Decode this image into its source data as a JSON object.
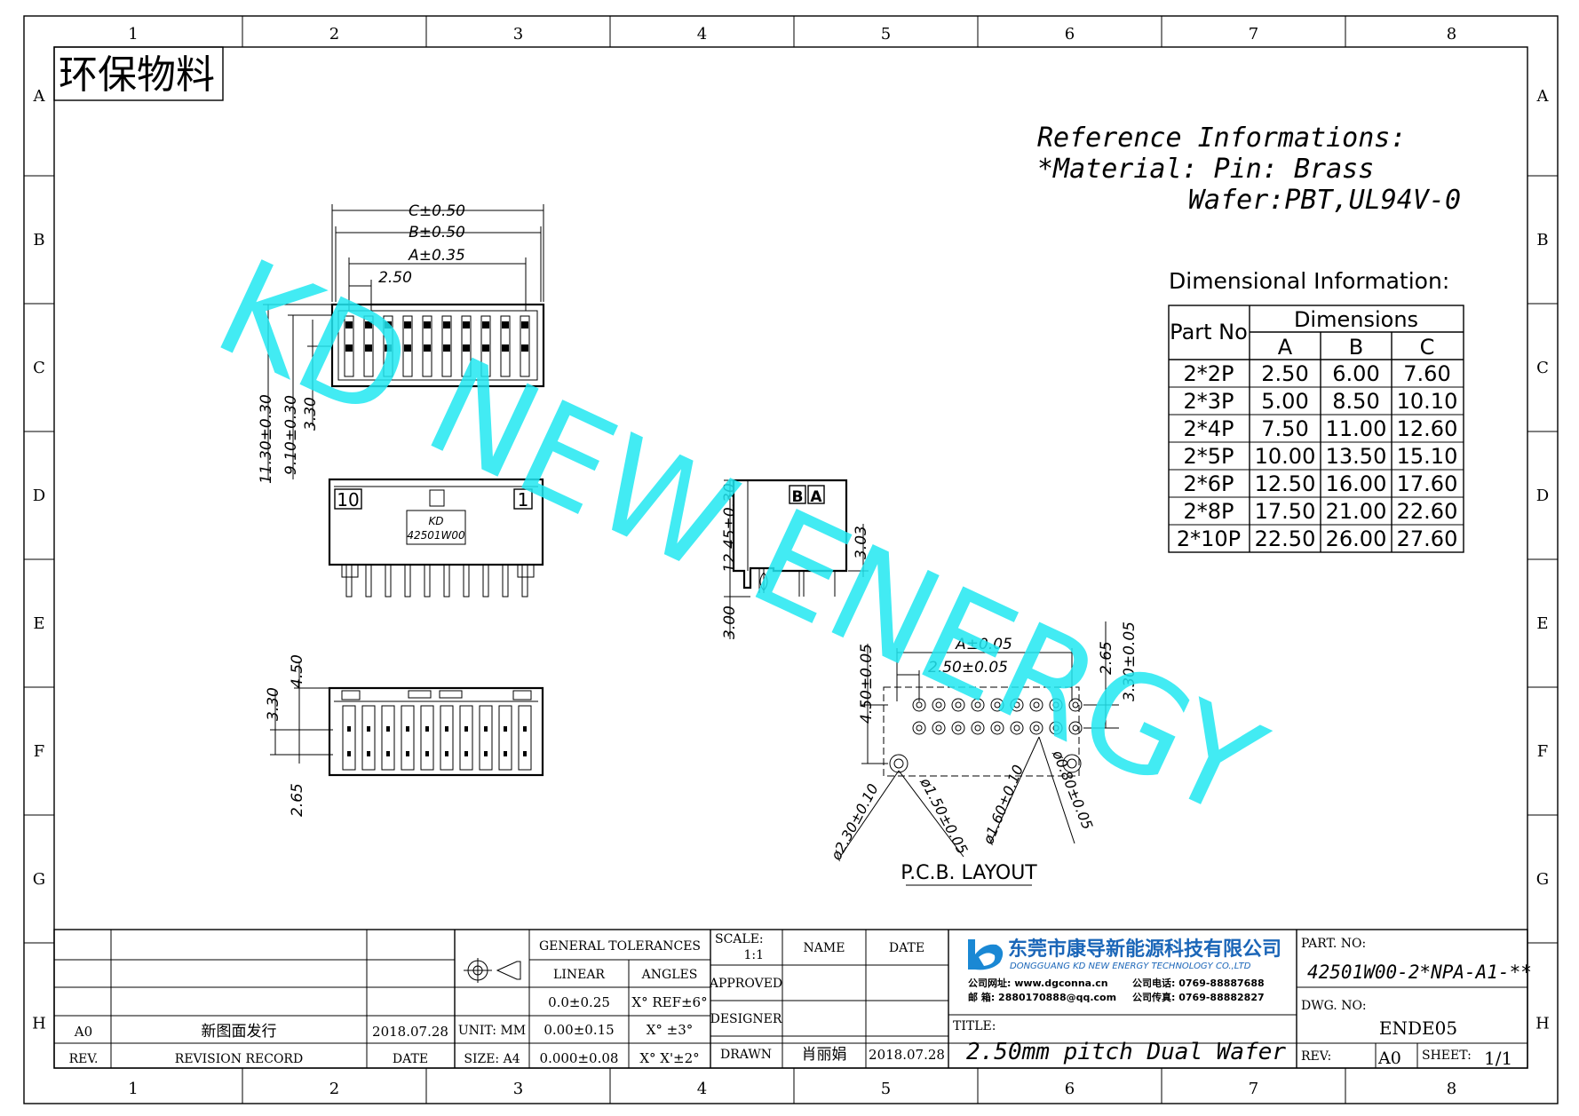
{
  "frame": {
    "columns": [
      "1",
      "2",
      "3",
      "4",
      "5",
      "6",
      "7",
      "8"
    ],
    "rows": [
      "A",
      "B",
      "C",
      "D",
      "E",
      "F",
      "G",
      "H"
    ]
  },
  "stamp": "环保物料",
  "watermark": "KD NEW ENERGY",
  "reference": {
    "heading": "Reference Informations:",
    "material_line": "*Material: Pin: Brass",
    "wafer_line": "Wafer:PBT,UL94V-0"
  },
  "dimensional": {
    "heading": "Dimensional Information:",
    "col_part": "Part No",
    "col_group": "Dimensions",
    "col_a": "A",
    "col_b": "B",
    "col_c": "C",
    "rows": [
      {
        "part": "2*2P",
        "a": "2.50",
        "b": "6.00",
        "c": "7.60"
      },
      {
        "part": "2*3P",
        "a": "5.00",
        "b": "8.50",
        "c": "10.10"
      },
      {
        "part": "2*4P",
        "a": "7.50",
        "b": "11.00",
        "c": "12.60"
      },
      {
        "part": "2*5P",
        "a": "10.00",
        "b": "13.50",
        "c": "15.10"
      },
      {
        "part": "2*6P",
        "a": "12.50",
        "b": "16.00",
        "c": "17.60"
      },
      {
        "part": "2*8P",
        "a": "17.50",
        "b": "21.00",
        "c": "22.60"
      },
      {
        "part": "2*10P",
        "a": "22.50",
        "b": "26.00",
        "c": "27.60"
      }
    ]
  },
  "dims": {
    "c": "C±0.50",
    "b": "B±0.50",
    "a": "A±0.35",
    "pitch": "2.50",
    "h1": "11.30±0.30",
    "h2": "9.10±0.30",
    "h3": "3.30",
    "side_h": "12.45±0.30",
    "side_303": "3.03",
    "side_300": "3.00",
    "bot_450": "4.50",
    "bot_330": "3.30",
    "bot_265": "2.65",
    "pcb_a": "A±0.05",
    "pcb_pitch": "2.50±0.05",
    "pcb_450": "4.50±0.05",
    "pcb_265": "2.65",
    "pcb_330": "3.30±0.05",
    "hole1": "ø2.30±0.10",
    "hole2": "ø1.50±0.05",
    "hole3": "ø1.60±0.10",
    "hole4": "ø0.80±0.05"
  },
  "front": {
    "num_left": "10",
    "num_right": "1",
    "brand": "KD",
    "model": "42501W00"
  },
  "side_labels": {
    "b": "B",
    "a": "A"
  },
  "pcb_title": "P.C.B. LAYOUT",
  "title_block": {
    "rev_hdr": "REV.",
    "rev_record_hdr": "REVISION RECORD",
    "date_hdr": "DATE",
    "rev_val": "A0",
    "record_val": "新图面发行",
    "date_val": "2018.07.28",
    "tol_hdr": "GENERAL TOLERANCES",
    "linear": "LINEAR",
    "angles": "ANGLES",
    "lin1": "0.0±0.25",
    "ang1": "X° REF±6°",
    "unit": "UNIT: MM",
    "lin2": "0.00±0.15",
    "ang2": "X° ±3°",
    "size": "SIZE: A4",
    "lin3": "0.000±0.08",
    "ang3": "X° X'±2°",
    "scale_lbl": "SCALE:",
    "scale_val": "1:1",
    "name_hdr": "NAME",
    "date_hdr2": "DATE",
    "approved": "APPROVED",
    "designer": "DESIGNER",
    "drawn": "DRAWN",
    "drawn_name": "肖丽娟",
    "drawn_date": "2018.07.28",
    "company_cn": "东莞市康导新能源科技有限公司",
    "company_en": "DONGGUANG KD NEW ENERGY TECHNOLOGY CO.,LTD",
    "contact1a": "公司网址: www.dgconna.cn",
    "contact1b": "公司电话: 0769-88887688",
    "contact2a": "邮    箱: 2880170888@qq.com",
    "contact2b": "公司传真: 0769-88882827",
    "title_lbl": "TITLE:",
    "title_val": "2.50mm pitch Dual Wafer",
    "part_lbl": "PART. NO:",
    "part_val": "42501W00-2*NPA-A1-**",
    "dwg_lbl": "DWG. NO:",
    "dwg_val": "ENDE05",
    "rev_lbl": "REV:",
    "rev_val2": "A0",
    "sheet_lbl": "SHEET:",
    "sheet_val": "1/1"
  }
}
